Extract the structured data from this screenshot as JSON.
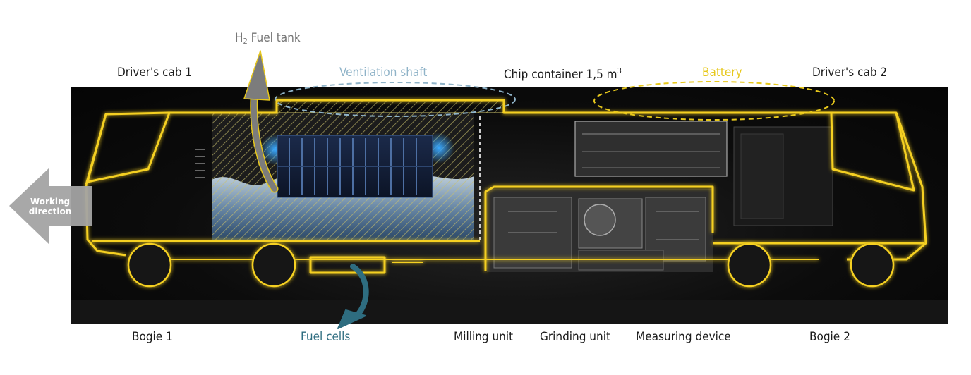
{
  "labels": {
    "tank_prefix": "H",
    "tank_sub": "2",
    "tank_rest": "Fuel tank",
    "drivers_cab_1": "Driver's cab 1",
    "ventilation_shaft": "Ventilation shaft",
    "chip_container": "Chip container 1,5 m",
    "chip_container_sup": "3",
    "battery": "Battery",
    "drivers_cab_2": "Driver's cab 2",
    "bogie_1": "Bogie 1",
    "fuel_cells": "Fuel cells",
    "milling_unit": "Milling unit",
    "grinding_unit": "Grinding unit",
    "measuring_device": "Measuring device",
    "bogie_2": "Bogie 2"
  },
  "working_direction": {
    "line1": "Working",
    "line2": "direction"
  },
  "colors": {
    "outline_glow": "#f5d020",
    "ventilation": "#8fb3c8",
    "battery": "#e7c81c",
    "fuel_cells": "#2e6d80",
    "fuel_tank_arrow": "#7c7c7c",
    "panel_background": "#0a0a0a"
  }
}
